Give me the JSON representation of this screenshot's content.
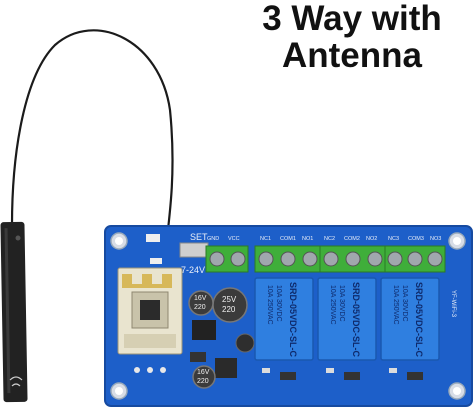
{
  "headline": {
    "line1": "3 Way with",
    "line2": "Antenna"
  },
  "board": {
    "set_label": "SET",
    "voltage_label": "7-24V",
    "terminal_labels": [
      "GND",
      "VCC",
      "NC1",
      "COM1",
      "NO1",
      "NC2",
      "COM2",
      "NO2",
      "NC3",
      "COM3",
      "NO3"
    ],
    "relay_model": "SRD-05VDC-SL-C",
    "relay_rating_1": "10A 250VAC",
    "relay_rating_2": "10A 30VDC",
    "relay_count": 3,
    "capacitor_1": {
      "line1": "25V",
      "line2": "220"
    },
    "capacitor_2": {
      "line1": "16V",
      "line2": "220"
    },
    "capacitor_3": {
      "line1": "16V",
      "line2": "220"
    },
    "side_label": "YF-WiFi-3"
  },
  "colors": {
    "pcb": "#1d5fc9",
    "pcb_dark": "#1a4fa8",
    "relay": "#2f7fe0",
    "terminal": "#3fae3a",
    "antenna": "#1b1b1b",
    "headline": "#111111"
  }
}
